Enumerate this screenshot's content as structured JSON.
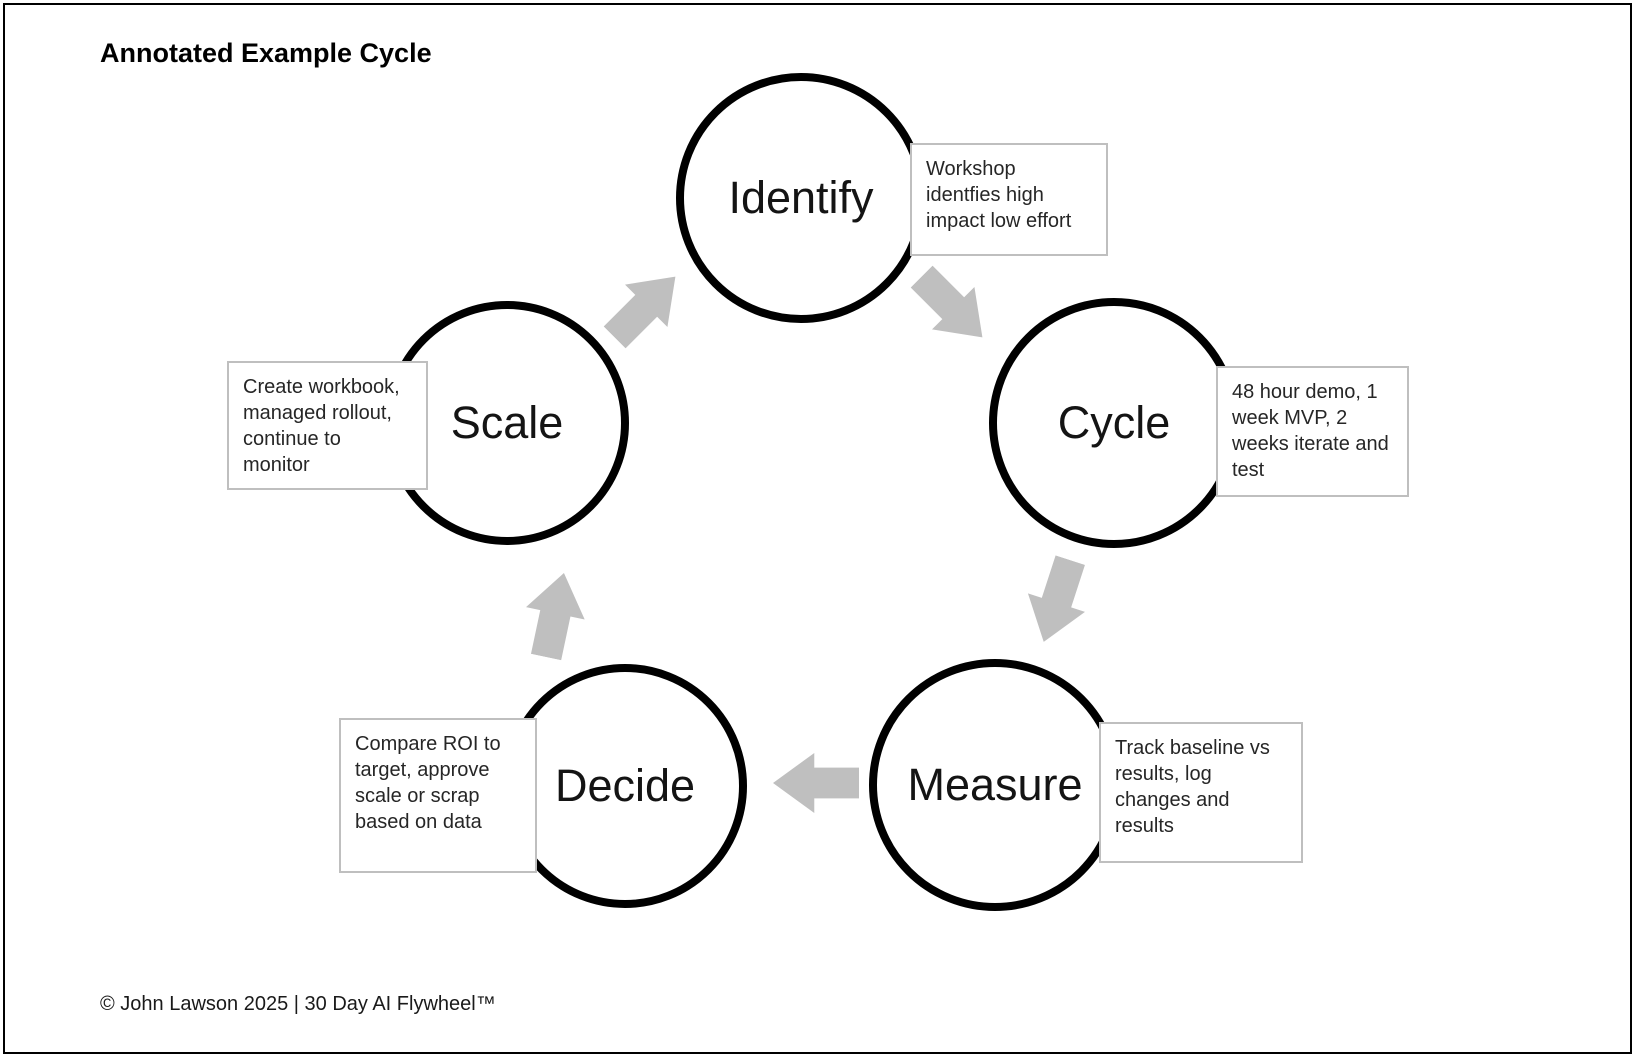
{
  "page": {
    "title": "Annotated Example Cycle",
    "footer": "© John Lawson 2025 | 30 Day AI Flywheel™"
  },
  "colors": {
    "arrow": "#bfbfbf",
    "box_border": "#bfbfbf",
    "circle_stroke": "#000000",
    "background": "#ffffff"
  },
  "diagram": {
    "type": "cycle-flow",
    "nodes": [
      {
        "label": "Identify",
        "annotation": "Workshop identfies high impact low effort"
      },
      {
        "label": "Cycle",
        "annotation": "48 hour demo, 1 week MVP, 2 weeks iterate and test"
      },
      {
        "label": "Measure",
        "annotation": "Track baseline vs results, log changes and results"
      },
      {
        "label": "Decide",
        "annotation": "Compare ROI to target, approve scale or scrap based on data"
      },
      {
        "label": "Scale",
        "annotation": "Create workbook, managed rollout, continue to monitor"
      }
    ],
    "flow": [
      "Identify",
      "Cycle",
      "Measure",
      "Decide",
      "Scale",
      "Identify"
    ]
  }
}
